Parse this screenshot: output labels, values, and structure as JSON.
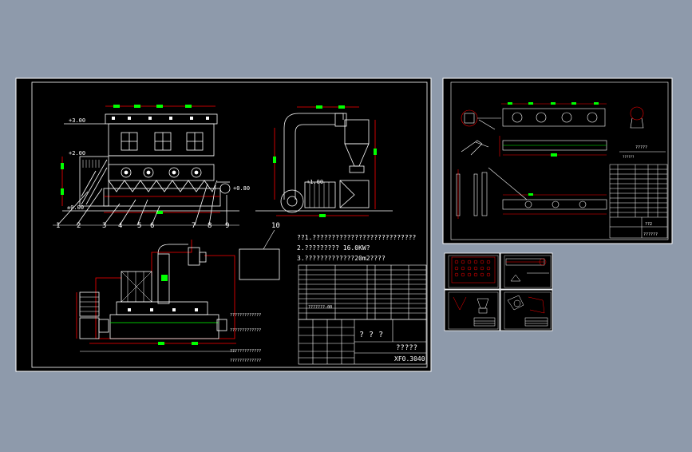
{
  "colors": {
    "background": "#8e9aab",
    "sheet": "#000000",
    "line": "#ffffff",
    "dimension": "#ff0000",
    "accent": "#00ff00",
    "highlight": "#ffff00"
  },
  "main_sheet": {
    "elevation_labels": [
      "+3.00",
      "+2.00",
      "±0.00",
      "+0.80",
      "+1.00"
    ],
    "part_numbers": [
      "1",
      "2",
      "3",
      "4",
      "5",
      "6",
      "7",
      "8",
      "9",
      "10"
    ],
    "notes": [
      "??1.???????????????????????????",
      "2.????????? 16.0KW?",
      "3.?????????????20m2????"
    ],
    "title_block": {
      "drawing_name": "? ? ?",
      "company": "?????",
      "drawing_number": "XF0.3040",
      "bom_row_label": "???????-00"
    },
    "plan_notes": [
      "?????????????",
      "?????????????",
      "?????????????",
      "?????????????"
    ]
  },
  "right_sheet": {
    "title": "?????",
    "subtitle": "??????",
    "title_block_label": "??????",
    "sheet_number": "??2"
  }
}
